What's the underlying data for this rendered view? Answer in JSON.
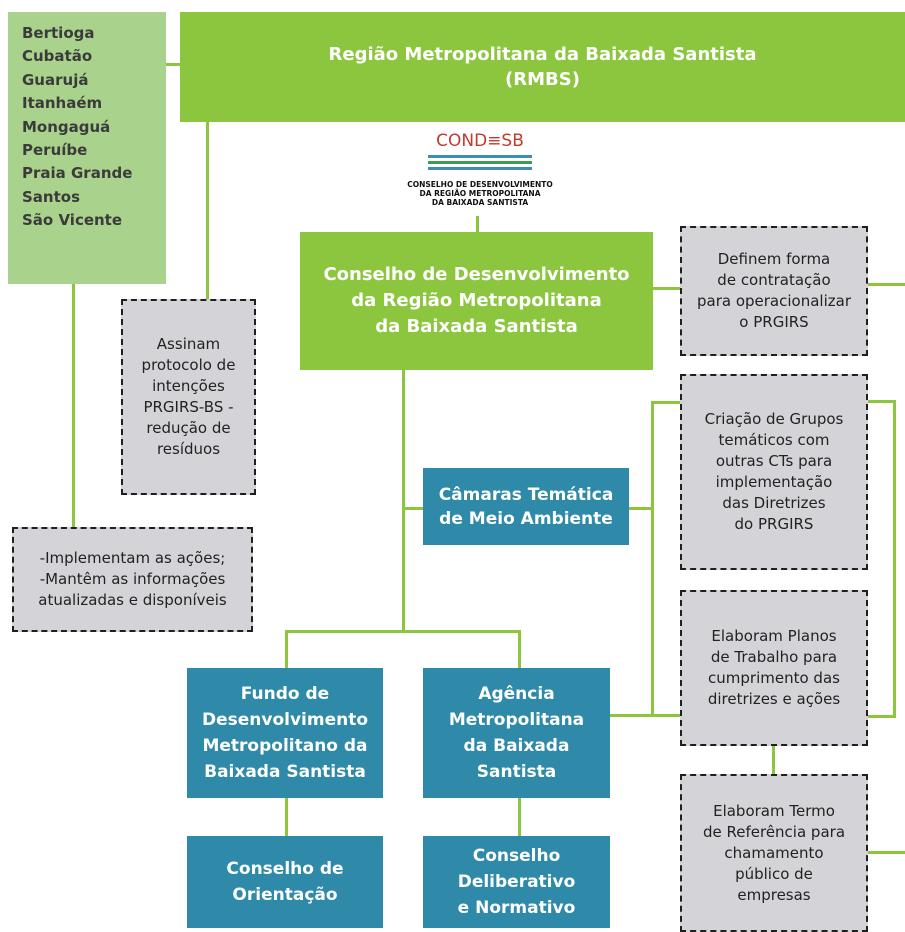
{
  "cities": [
    "Bertioga",
    "Cubatão",
    "Guarujá",
    "Itanhaém",
    "Mongaguá",
    "Peruíbe",
    "Praia Grande",
    "Santos",
    "São Vicente"
  ],
  "rmbs": {
    "line1": "Região Metropolitana da Baixada Santista",
    "line2": "(RMBS)"
  },
  "logo": {
    "acronym": "COND≡SB",
    "name_line1": "CONSELHO DE DESENVOLVIMENTO",
    "name_line2": "DA REGIÃO METROPOLITANA",
    "name_line3": "DA BAIXADA SANTISTA"
  },
  "conselho": "Conselho de Desenvolvimento\nda Região Metropolitana\nda Baixada Santista",
  "notes": {
    "assinam": "Assinam\nprotocolo de\nintenções\nPRGIRS-BS -\nredução de\nresíduos",
    "implementam": "-Implementam as ações;\n-Mantêm as informações\natualizadas e disponíveis",
    "definem": "Definem forma\nde contratação\npara operacionalizar\no PRGIRS",
    "criacao": "Criação de Grupos\ntemáticos com\noutras CTs para\nimplementação\ndas Diretrizes\ndo PRGIRS",
    "elaboram_planos": "Elaboram Planos\nde Trabalho para\ncumprimento das\ndiretrizes e ações",
    "elaboram_termo": "Elaboram Termo\nde Referência para\nchamamento\npúblico de\nempresas"
  },
  "camaras": "Câmaras Temática\nde Meio Ambiente",
  "fundo": "Fundo de\nDesenvolvimento\nMetropolitano da\nBaixada Santista",
  "agencia": "Agência\nMetropolitana\nda Baixada\nSantista",
  "orientacao": "Conselho de\nOrientação",
  "deliberativo": "Conselho\nDeliberativo\ne Normativo",
  "colors": {
    "green": "#8cc63f",
    "light_green": "#a9d38c",
    "teal": "#2e8aa8",
    "note_gray": "#d4d4d8"
  }
}
